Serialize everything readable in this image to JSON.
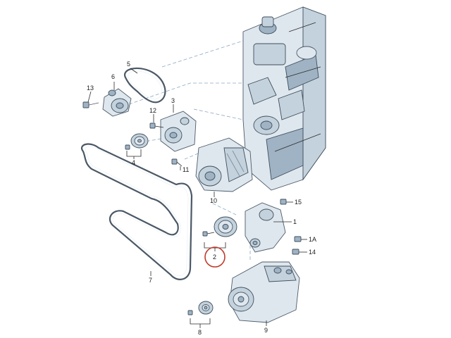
{
  "callouts": {
    "c1": "1",
    "c1a": "1A",
    "c2": "2",
    "c3": "3",
    "c4": "4",
    "c5": "5",
    "c6": "6",
    "c7": "7",
    "c8": "8",
    "c9": "9",
    "c10": "10",
    "c11": "11",
    "c12": "12",
    "c13": "13",
    "c14": "14",
    "c15": "15"
  },
  "highlight": {
    "callout": "2",
    "color": "#c0392b"
  },
  "colors": {
    "part_fill": "#dfe7ee",
    "part_shade": "#9fb3c4",
    "outline": "#4b5b69",
    "leader_dash": "#8aa9c2"
  }
}
